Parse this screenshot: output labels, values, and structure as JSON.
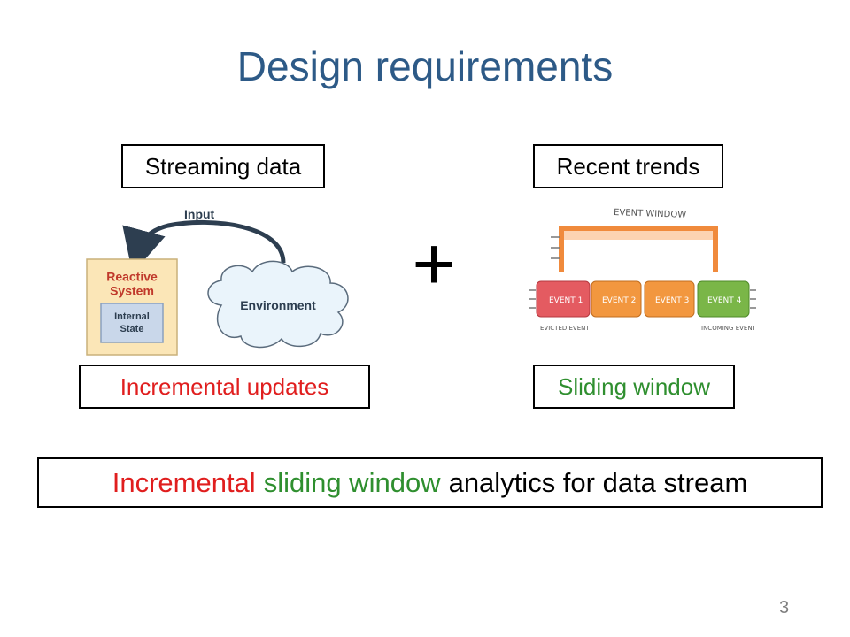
{
  "slide": {
    "title": "Design requirements",
    "page_number": "3"
  },
  "left": {
    "top_label": "Streaming data",
    "bottom_label": "Incremental updates",
    "figure": {
      "input_label": "Input",
      "reactive_title": "Reactive System",
      "reactive_line1": "Reactive",
      "reactive_line2": "System",
      "state_line1": "Internal",
      "state_line2": "State",
      "environment_label": "Environment"
    }
  },
  "operator": {
    "symbol": "+"
  },
  "right": {
    "top_label": "Recent trends",
    "bottom_label": "Sliding window",
    "figure": {
      "window_label": "EVENT WINDOW",
      "events": [
        "EVENT 1",
        "EVENT 2",
        "EVENT 3",
        "EVENT 4"
      ],
      "evicted_label": "EVICTED EVENT",
      "incoming_label": "INCOMING EVENT"
    }
  },
  "summary": {
    "part1": "Incremental",
    "part2": "sliding window",
    "part3": "analytics for data stream"
  },
  "colors": {
    "title": "#2d5a87",
    "red": "#e01e1e",
    "green": "#2f8f2f"
  }
}
